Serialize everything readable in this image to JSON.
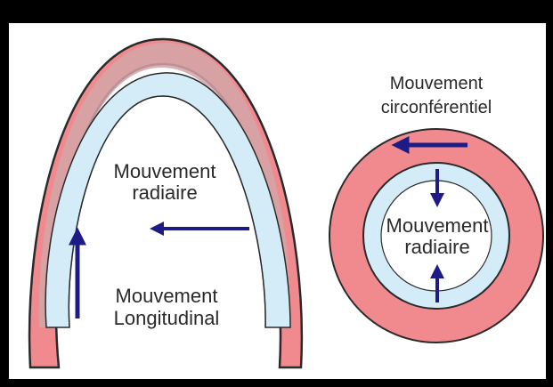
{
  "colors": {
    "background": "#000000",
    "panel": "#ffffff",
    "myocardium_red": "#f08a8f",
    "myocardium_pale": "#d4a5a8",
    "endocardium_blue": "#d4ecf7",
    "arrow_navy": "#1d1c86",
    "outline": "#2a2a2a"
  },
  "left_figure": {
    "radial_label_line1": "Mouvement",
    "radial_label_line2": "radiaire",
    "longitudinal_label_line1": "Mouvement",
    "longitudinal_label_line2": "Longitudinal"
  },
  "right_figure": {
    "circumferential_label_line1": "Mouvement",
    "circumferential_label_line2": "circonférentiel",
    "radial_label_line1": "Mouvement",
    "radial_label_line2": "radiaire"
  }
}
